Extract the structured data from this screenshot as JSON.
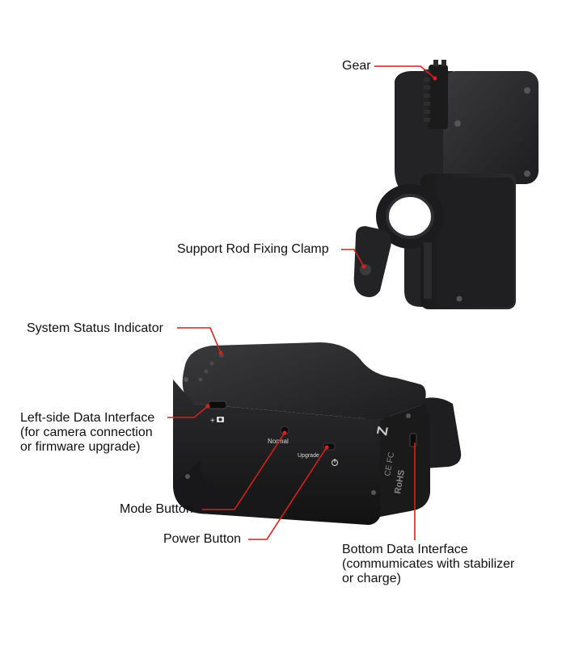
{
  "callouts": {
    "gear": "Gear",
    "clamp": "Support Rod Fixing Clamp",
    "status": "System Status Indicator",
    "left_interface": "Left-side Data Interface\n(for camera connection\nor firmware upgrade)",
    "mode": "Mode Button",
    "power": "Power Button",
    "bottom_interface": "Bottom Data Interface\n(commumicates with stabilizer\nor charge)"
  },
  "device_markings": {
    "normal": "Normal",
    "upgrade": "Upgrade",
    "rohs": "RoHS",
    "ce": "CE FC"
  },
  "colors": {
    "callout_line": "#d6201f",
    "body": "#2a2a2c",
    "body_dark": "#161617"
  },
  "icons": [
    "camera-plus-icon",
    "power-icon"
  ]
}
